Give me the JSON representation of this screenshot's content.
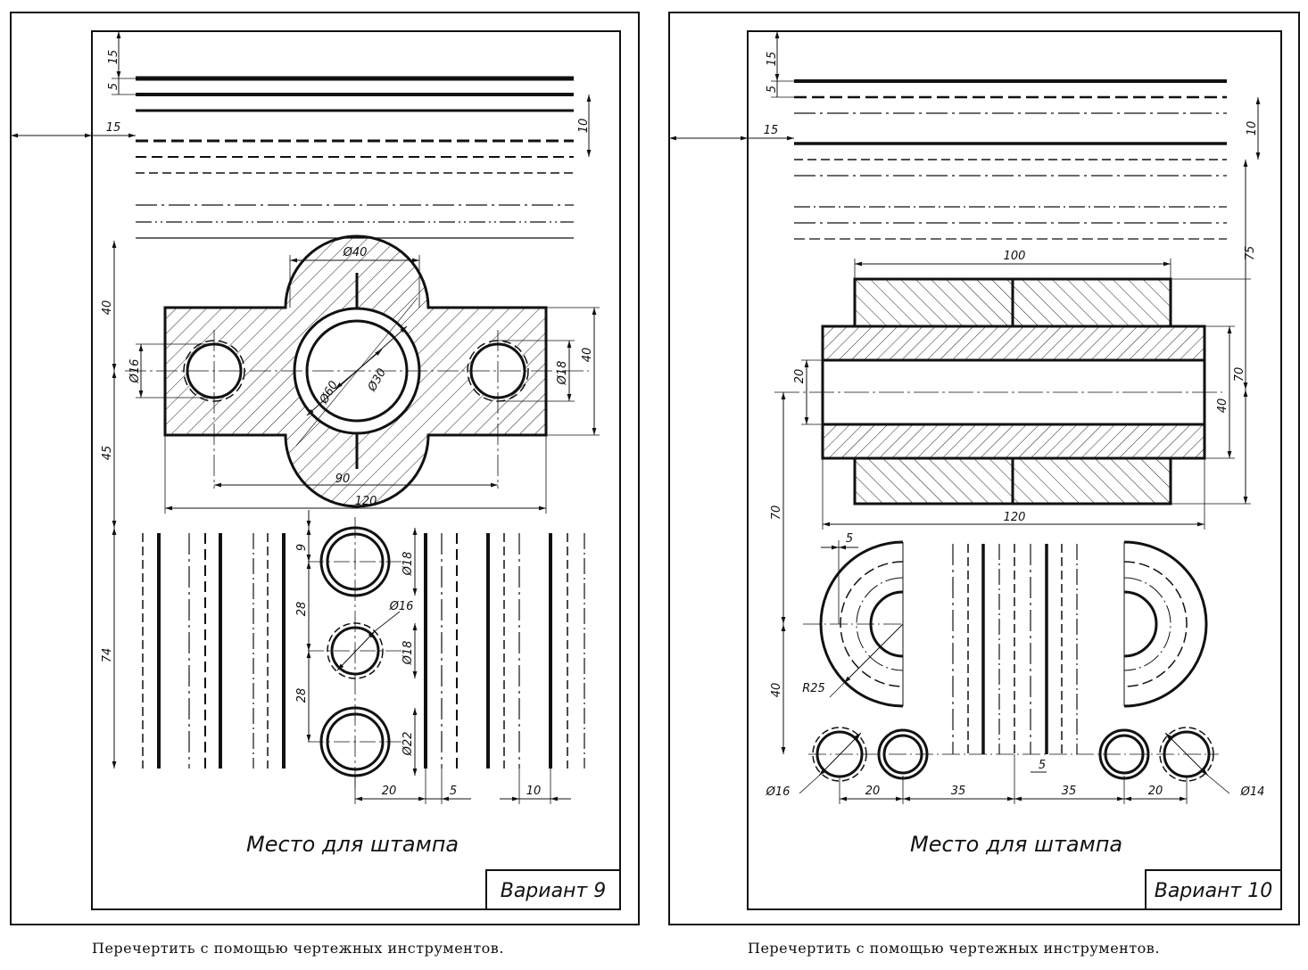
{
  "sheets": [
    {
      "stamp_text": "Место для штампа",
      "variant_label": "Вариант 9",
      "caption": "Перечертить с помощью чертежных инструментов.",
      "dims": {
        "d1": "15",
        "d2": "5",
        "d3": "15",
        "d4": "10",
        "d5": "Ø40",
        "d6": "40",
        "d7": "Ø16",
        "d8": "Ø60",
        "d9": "Ø30",
        "d10": "Ø18",
        "d11": "40",
        "d12": "45",
        "d13": "90",
        "d14": "120",
        "d15": "9",
        "d16": "Ø18",
        "d17": "28",
        "d18": "Ø16",
        "d19": "Ø18",
        "d20": "74",
        "d21": "28",
        "d22": "Ø22",
        "d23": "20",
        "d24": "5",
        "d25": "10"
      }
    },
    {
      "stamp_text": "Место для штампа",
      "variant_label": "Вариант 10",
      "caption": "Перечертить с помощью чертежных инструментов.",
      "dims": {
        "e1": "15",
        "e2": "5",
        "e3": "15",
        "e4": "10",
        "e5": "75",
        "e6": "100",
        "e7": "20",
        "e8": "70",
        "e9": "40",
        "e10": "120",
        "e11": "70",
        "e12": "5",
        "e13": "R25",
        "e14": "40",
        "e15": "5",
        "e16": "Ø16",
        "e17": "20",
        "e18": "35",
        "e19": "35",
        "e20": "20",
        "e21": "Ø14"
      }
    }
  ]
}
